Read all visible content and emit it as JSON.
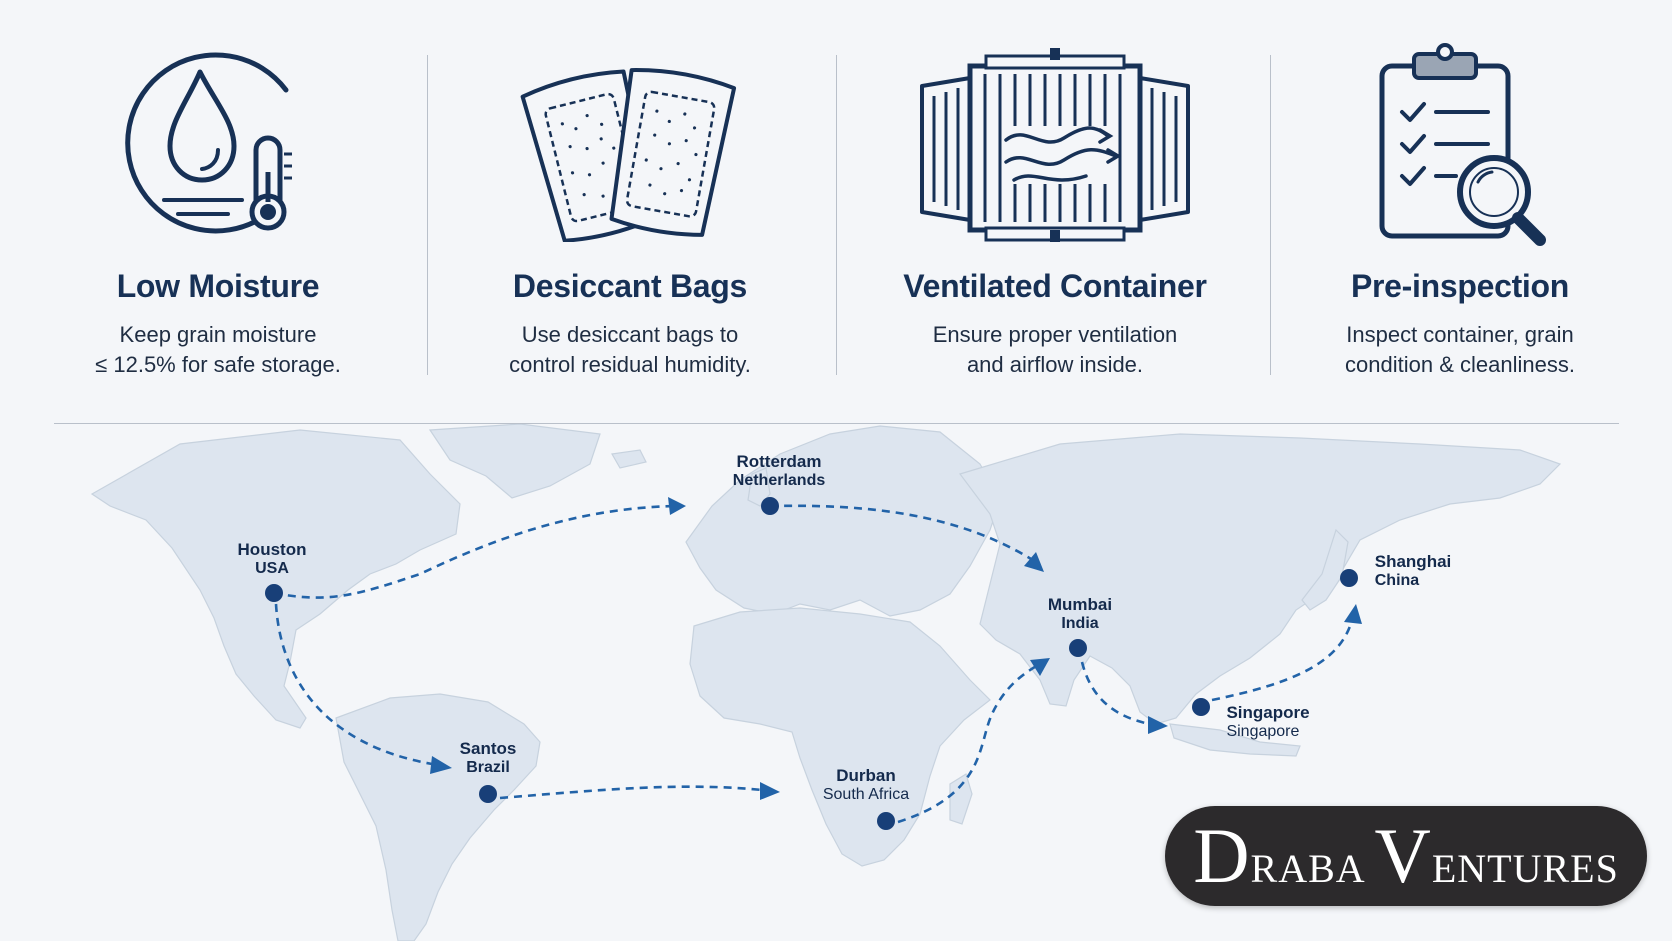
{
  "tips": [
    {
      "icon": "water-drop-thermometer-icon",
      "title": "Low Moisture",
      "desc": "Keep grain moisture\n≤ 12.5% for safe storage."
    },
    {
      "icon": "desiccant-bags-icon",
      "title": "Desiccant Bags",
      "desc": "Use desiccant bags to\ncontrol residual humidity."
    },
    {
      "icon": "ventilated-container-icon",
      "title": "Ventilated Container",
      "desc": "Ensure proper ventilation\nand airflow inside."
    },
    {
      "icon": "clipboard-magnifier-icon",
      "title": "Pre-inspection",
      "desc": "Inspect container, grain\ncondition & cleanliness."
    }
  ],
  "ports": [
    {
      "id": "houston",
      "city": "Houston",
      "country": "USA"
    },
    {
      "id": "rotterdam",
      "city": "Rotterdam",
      "country": "Netherlands"
    },
    {
      "id": "mumbai",
      "city": "Mumbai",
      "country": "India"
    },
    {
      "id": "shanghai",
      "city": "Shanghai",
      "country": "China"
    },
    {
      "id": "singapore",
      "city": "Singapore",
      "country": "Singapore"
    },
    {
      "id": "santos",
      "city": "Santos",
      "country": "Brazil"
    },
    {
      "id": "durban",
      "city": "Durban",
      "country": "South Africa"
    }
  ],
  "logo": {
    "d": "D",
    "raba": "RABA",
    "v": "V",
    "entures": "ENTURES"
  },
  "colors": {
    "navy": "#173156",
    "route": "#2263a8",
    "land": "#dde5ef",
    "logo_bg": "#2c2a2c"
  }
}
